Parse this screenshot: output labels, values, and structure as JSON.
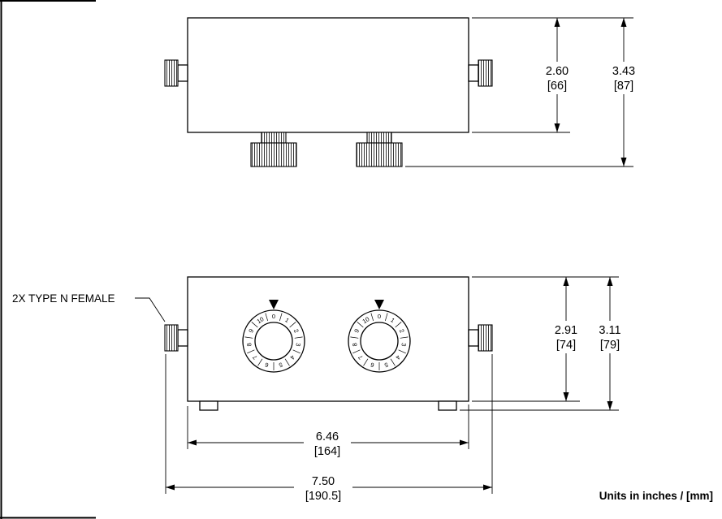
{
  "drawing": {
    "connector_label": "2X TYPE N FEMALE",
    "units_note": "Units in inches / [mm]",
    "dial_digits": [
      "0",
      "1",
      "2",
      "3",
      "4",
      "5",
      "6",
      "7",
      "8",
      "9",
      "10"
    ],
    "dims": {
      "top_height": {
        "in": "2.60",
        "mm": "[66]"
      },
      "top_overall": {
        "in": "3.43",
        "mm": "[87]"
      },
      "front_height": {
        "in": "2.91",
        "mm": "[74]"
      },
      "front_overall_height": {
        "in": "3.11",
        "mm": "[79]"
      },
      "body_width": {
        "in": "6.46",
        "mm": "[164]"
      },
      "overall_width": {
        "in": "7.50",
        "mm": "[190.5]"
      }
    }
  }
}
